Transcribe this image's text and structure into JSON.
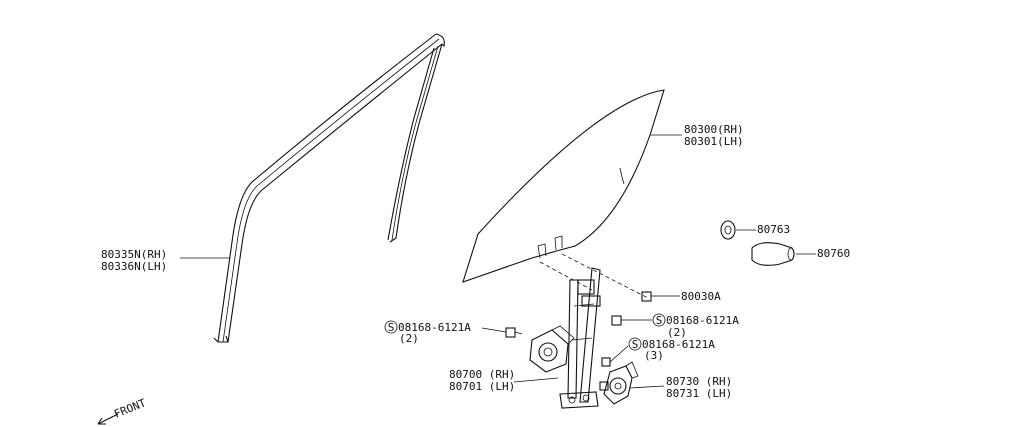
{
  "parts": {
    "sash_rh": "80335N(RH)",
    "sash_lh": "80336N(LH)",
    "glass_rh": "80300(RH)",
    "glass_lh": "80301(LH)",
    "clip_80763": "80763",
    "cap_80760": "80760",
    "bolt_80030a": "80030A",
    "bolt_right_no": "08168-6121A",
    "bolt_right_qty": "(2)",
    "bolt_left_no": "08168-6121A",
    "bolt_left_qty": "(2)",
    "bolt_lower_no": "08168-6121A",
    "bolt_lower_qty": "(3)",
    "regulator_rh": "80700 (RH)",
    "regulator_lh": "80701 (LH)",
    "motor_rh": "80730 (RH)",
    "motor_lh": "80731 (LH)"
  },
  "symbols": {
    "screw_mark": "S"
  },
  "front_label": "FRONT"
}
